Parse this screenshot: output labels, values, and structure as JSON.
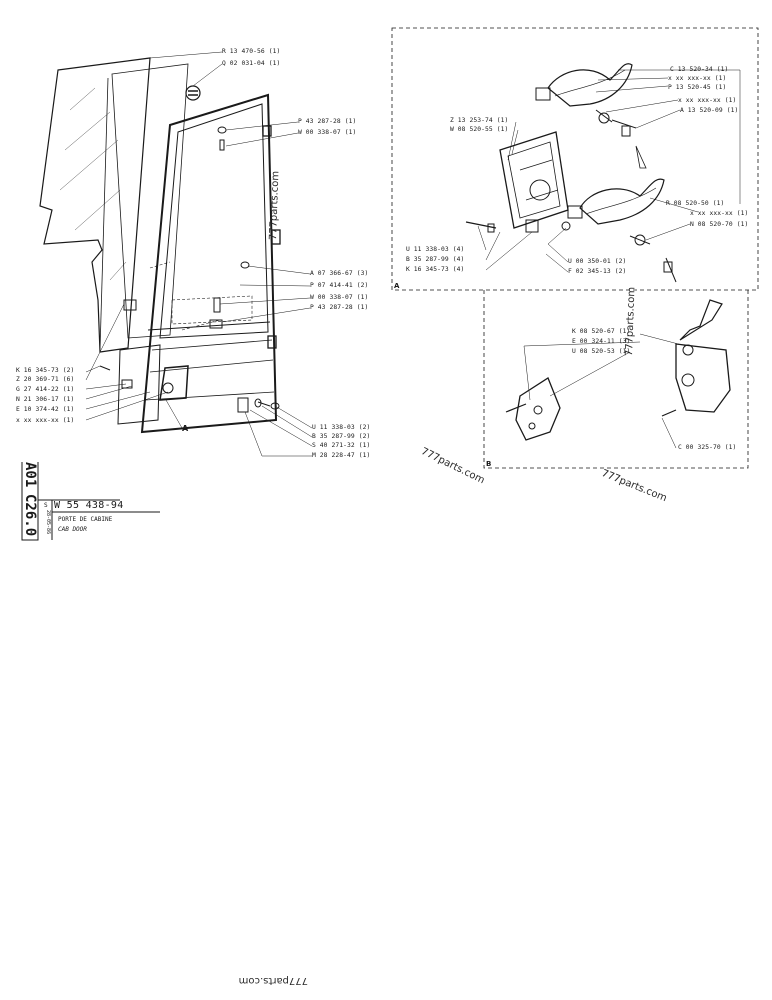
{
  "left_labels_right": [
    "R 13 470-56 (1)",
    "Q 02 031-04 (1)",
    "P 43 287-28 (1)",
    "W 00 338-07 (1)",
    "A 07 366-67 (3)",
    "P 07 414-41 (2)",
    "W 00 338-07 (1)",
    "P 43 287-28 (1)",
    "U 11 338-03 (2)",
    "B 35 287-99 (2)",
    "S 40 271-32 (1)",
    "M 28 228-47 (1)"
  ],
  "left_labels_left": [
    "K 16 345-73 (2)",
    "Z 20 369-71 (6)",
    "G 27 414-22 (1)",
    "N 21 306-17 (1)",
    "E 10 374-42 (1)",
    "x xx xxx-xx (1)"
  ],
  "detail_a_labels_right": [
    "C 13 520-34 (1)",
    "x xx xxx-xx (1)",
    "P 13 520-45 (1)",
    "x xx xxx-xx (1)",
    "A 13 520-09 (1)",
    "R 08 520-50 (1)",
    "x xx xxx-xx (1)",
    "N 08 520-70 (1)"
  ],
  "detail_a_labels_left": [
    "Z 13 253-74 (1)",
    "W 08 520-55 (1)",
    "U 11 338-03 (4)",
    "B 35 287-99 (4)",
    "K 16 345-73 (4)"
  ],
  "detail_a_labels_mid": [
    "U 00 350-01 (2)",
    "F 02 345-13 (2)"
  ],
  "detail_b_labels": [
    "K 08 520-67 (1)",
    "E 00 324-11 (3)",
    "U 08 520-53 (1)",
    "C 00 325-70 (1)"
  ],
  "callouts": {
    "a_main": "A",
    "a_box": "A",
    "b_box": "B"
  },
  "watermarks": [
    "777parts.com",
    "777parts.com",
    "777parts.com",
    "777parts.com",
    "777parts.com"
  ],
  "title_block": {
    "vertical_code_1": "A01",
    "vertical_code_2": "C26.0",
    "vertical_date": "28-05-86",
    "number_prefix": "S",
    "part_number": "W 55 438-94",
    "title_fr": "PORTE DE CABINE",
    "title_en": "CAB DOOR"
  },
  "colors": {
    "ink": "#1a1a1a",
    "paper": "#ffffff",
    "dash": "#333333"
  }
}
